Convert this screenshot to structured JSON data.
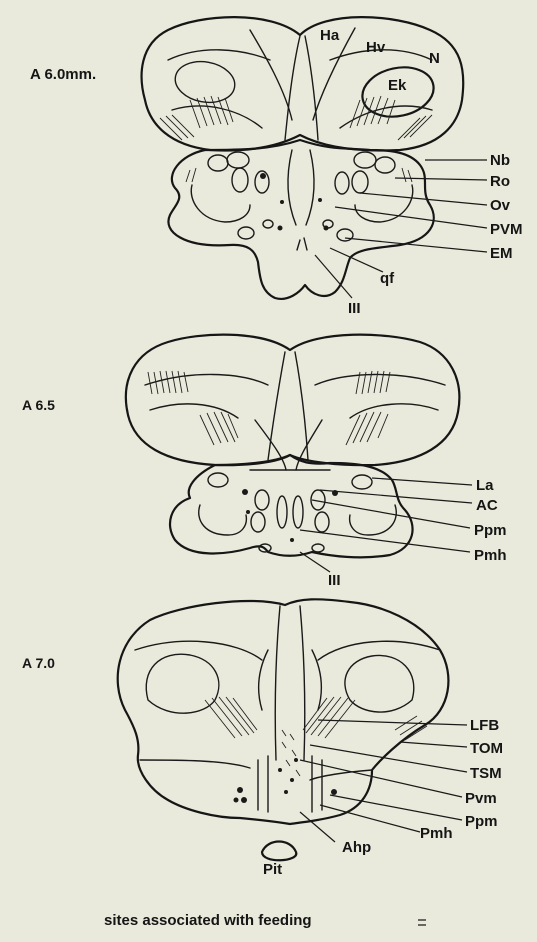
{
  "sections": [
    {
      "title": "A 6.0mm.",
      "inner_labels": [
        "Ha",
        "Hv",
        "N",
        "Ek"
      ],
      "side_labels": [
        "Nb",
        "Ro",
        "Ov",
        "PVM",
        "EM"
      ],
      "bottom_labels": [
        "qf",
        "III"
      ]
    },
    {
      "title": "A 6.5",
      "side_labels": [
        "La",
        "AC",
        "Ppm",
        "Pmh"
      ],
      "bottom_labels": [
        "III"
      ]
    },
    {
      "title": "A 7.0",
      "side_labels": [
        "LFB",
        "TOM",
        "TSM",
        "Pvm",
        "Ppm",
        "Pmh"
      ],
      "bottom_labels": [
        "Ahp",
        "Pit"
      ]
    }
  ],
  "caption": "sites associated with feeding"
}
